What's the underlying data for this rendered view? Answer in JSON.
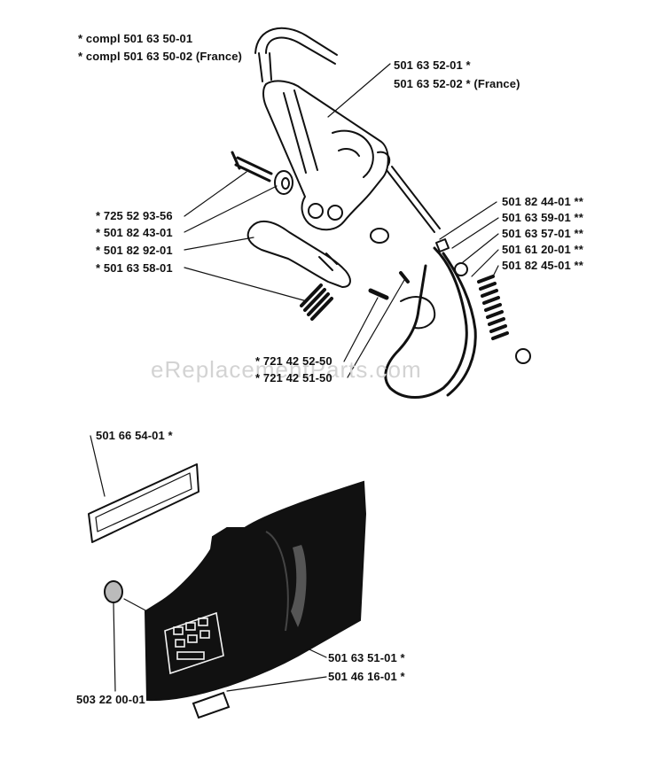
{
  "header_notes": [
    "* compl 501 63 50-01",
    "* compl 501 63 50-02 (France)"
  ],
  "parts": [
    {
      "id": "p1",
      "number": "501 63 52-01",
      "marker": "*"
    },
    {
      "id": "p2",
      "number": "501 63 52-02",
      "marker": "* (France)"
    },
    {
      "id": "p3",
      "number": "725 52 93-56",
      "marker": "*"
    },
    {
      "id": "p4",
      "number": "501 82 43-01",
      "marker": "*"
    },
    {
      "id": "p5",
      "number": "501 82 92-01",
      "marker": "*"
    },
    {
      "id": "p6",
      "number": "501 63 58-01",
      "marker": "*"
    },
    {
      "id": "p7",
      "number": "501 82 44-01",
      "marker": "**"
    },
    {
      "id": "p8",
      "number": "501 63 59-01",
      "marker": "**"
    },
    {
      "id": "p9",
      "number": "501 63 57-01",
      "marker": "**"
    },
    {
      "id": "p10",
      "number": "501 61 20-01",
      "marker": "**"
    },
    {
      "id": "p11",
      "number": "501 82 45-01",
      "marker": "**"
    },
    {
      "id": "p12",
      "number": "721 42 52-50",
      "marker": "*"
    },
    {
      "id": "p13",
      "number": "721 42 51-50",
      "marker": "*"
    },
    {
      "id": "p14",
      "number": "501 66 54-01",
      "marker": "*"
    },
    {
      "id": "p15",
      "number": "501 63 51-01",
      "marker": "*"
    },
    {
      "id": "p16",
      "number": "501 46 16-01",
      "marker": "*"
    },
    {
      "id": "p17",
      "number": "503 22 00-01",
      "marker": ""
    }
  ],
  "watermark": "eReplacementParts.com",
  "colors": {
    "ink": "#111111",
    "watermark": "#d3d3d3",
    "background": "#ffffff"
  }
}
